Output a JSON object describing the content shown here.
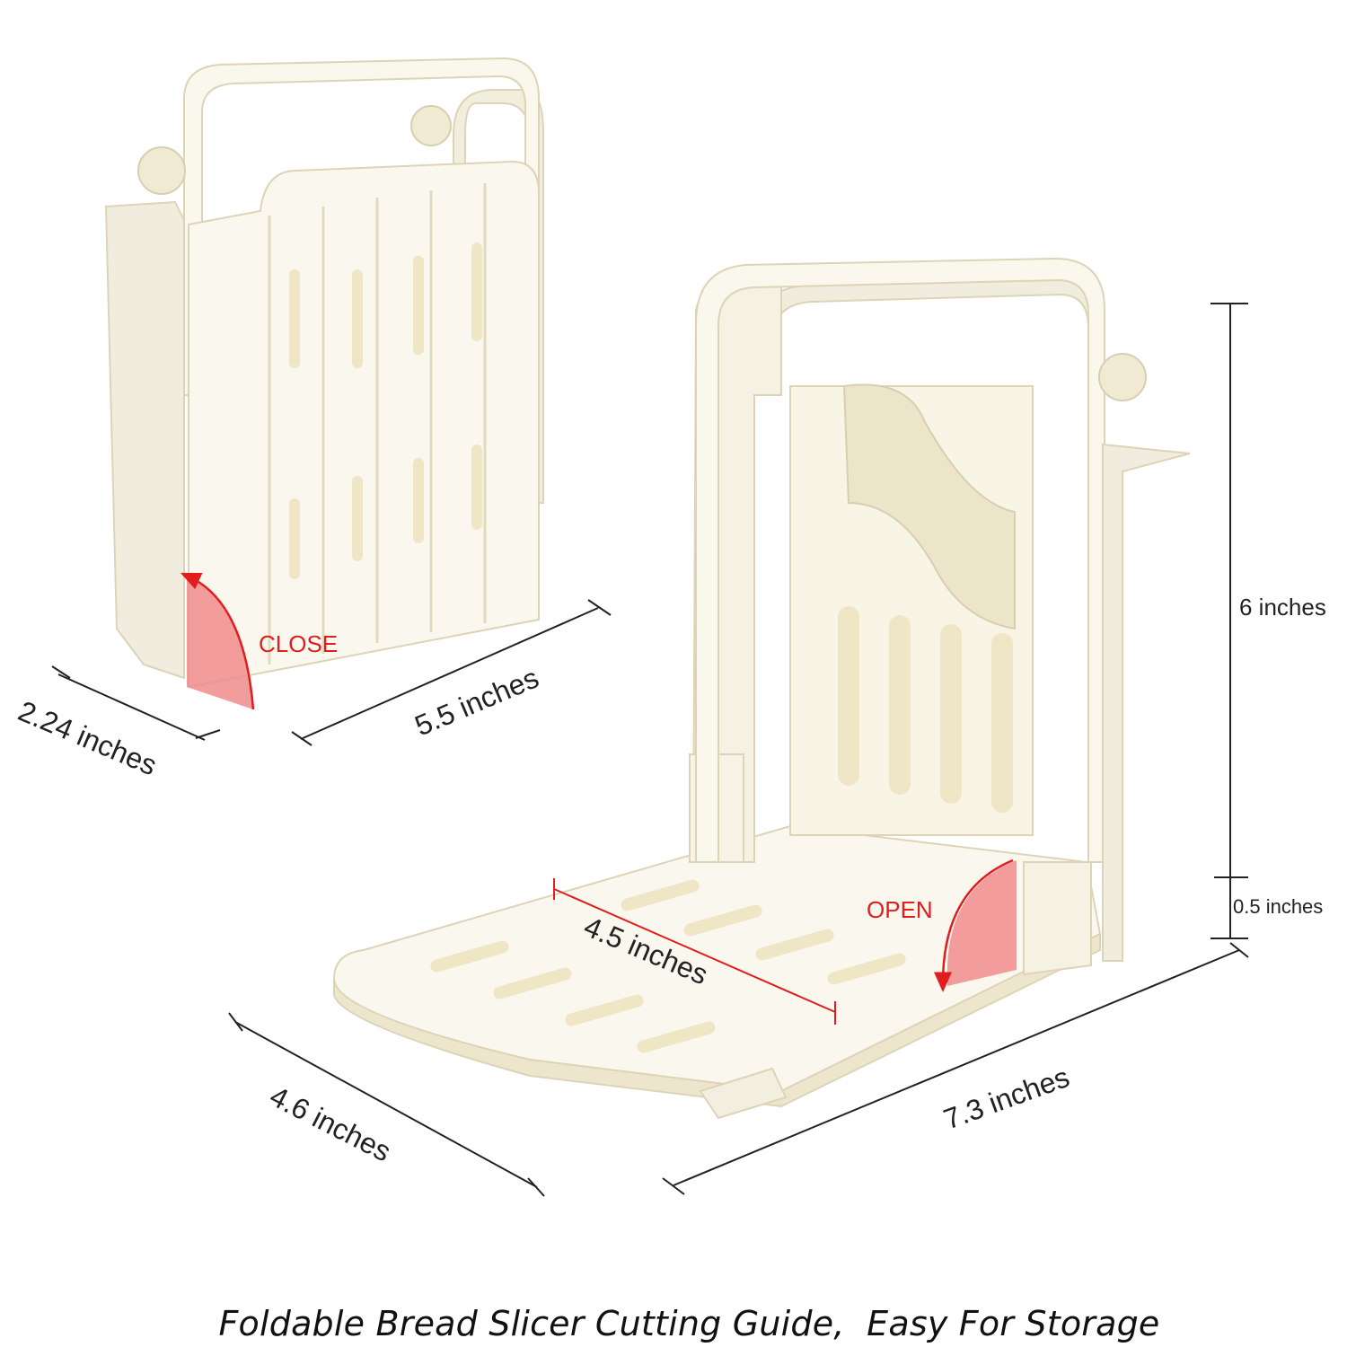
{
  "caption": "Foldable Bread Slicer Cutting Guide,  Easy For Storage",
  "closed_product": {
    "state_label": "CLOSE",
    "width_label": "5.5 inches",
    "depth_label": "2.24 inches"
  },
  "open_product": {
    "state_label": "OPEN",
    "height_label": "6 inches",
    "base_height_label": "0.5 inches",
    "slot_width_label": "4.5 inches",
    "depth_label": "4.6 inches",
    "length_label": "7.3 inches"
  },
  "colors": {
    "plastic": "#f8f5e9",
    "plastic_shadow": "#e6dfc6",
    "accent_red": "#e11d1d",
    "fold_fill": "#f08c8c",
    "dimension_line": "#222222"
  }
}
